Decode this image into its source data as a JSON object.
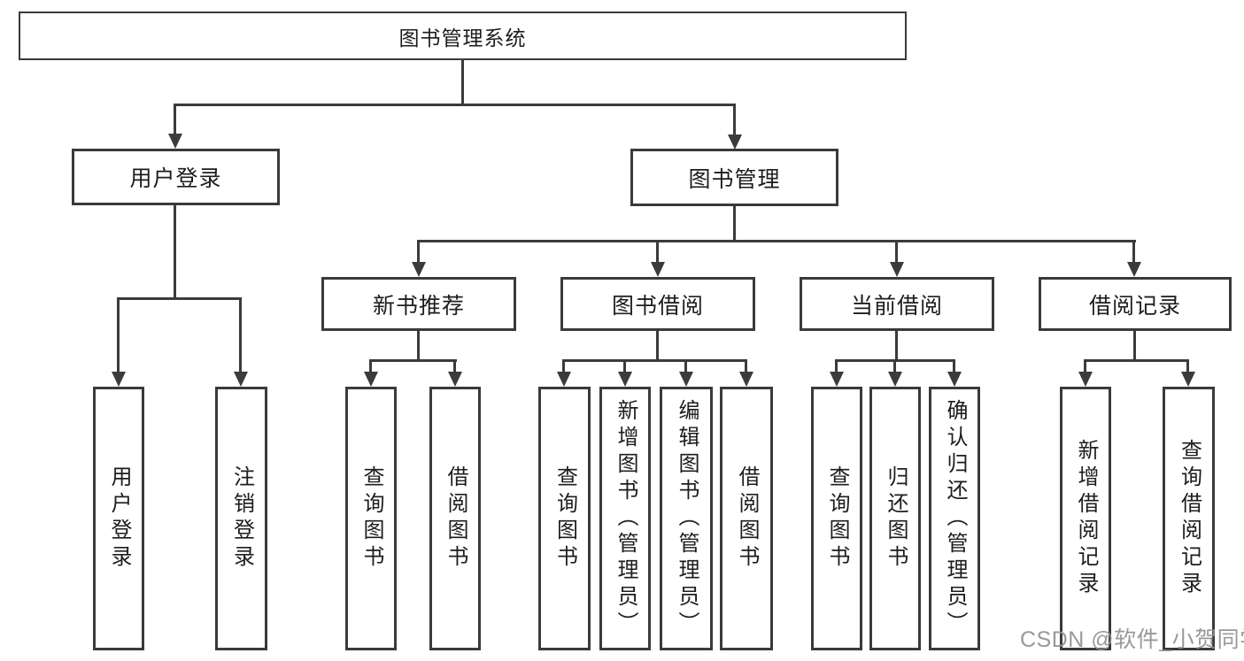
{
  "diagram": {
    "title": "图书管理系统",
    "root": {
      "label": "图书管理系统"
    },
    "level1": [
      {
        "label": "用户登录"
      },
      {
        "label": "图书管理"
      }
    ],
    "level2": [
      {
        "label": "新书推荐"
      },
      {
        "label": "图书借阅"
      },
      {
        "label": "当前借阅"
      },
      {
        "label": "借阅记录"
      }
    ],
    "leaves": [
      {
        "label": "用户登录",
        "parent": "用户登录"
      },
      {
        "label": "注销登录",
        "parent": "用户登录"
      },
      {
        "label": "查询图书",
        "parent": "新书推荐"
      },
      {
        "label": "借阅图书",
        "parent": "新书推荐"
      },
      {
        "label": "查询图书",
        "parent": "图书借阅"
      },
      {
        "label": "新增图书（管理员）",
        "parent": "图书借阅"
      },
      {
        "label": "编辑图书（管理员）",
        "parent": "图书借阅"
      },
      {
        "label": "借阅图书",
        "parent": "图书借阅"
      },
      {
        "label": "查询图书",
        "parent": "当前借阅"
      },
      {
        "label": "归还图书",
        "parent": "当前借阅"
      },
      {
        "label": "确认归还（管理员）",
        "parent": "当前借阅"
      },
      {
        "label": "新增借阅记录",
        "parent": "借阅记录"
      },
      {
        "label": "查询借阅记录",
        "parent": "借阅记录"
      }
    ],
    "watermark": {
      "text": "CSDN @软件_小贺同学"
    },
    "colors": {
      "line": "#3b3b3b",
      "box_border": "#3a3a3a",
      "text": "#1d1d1d",
      "watermark": "#949494",
      "background": "#ffffff"
    }
  }
}
